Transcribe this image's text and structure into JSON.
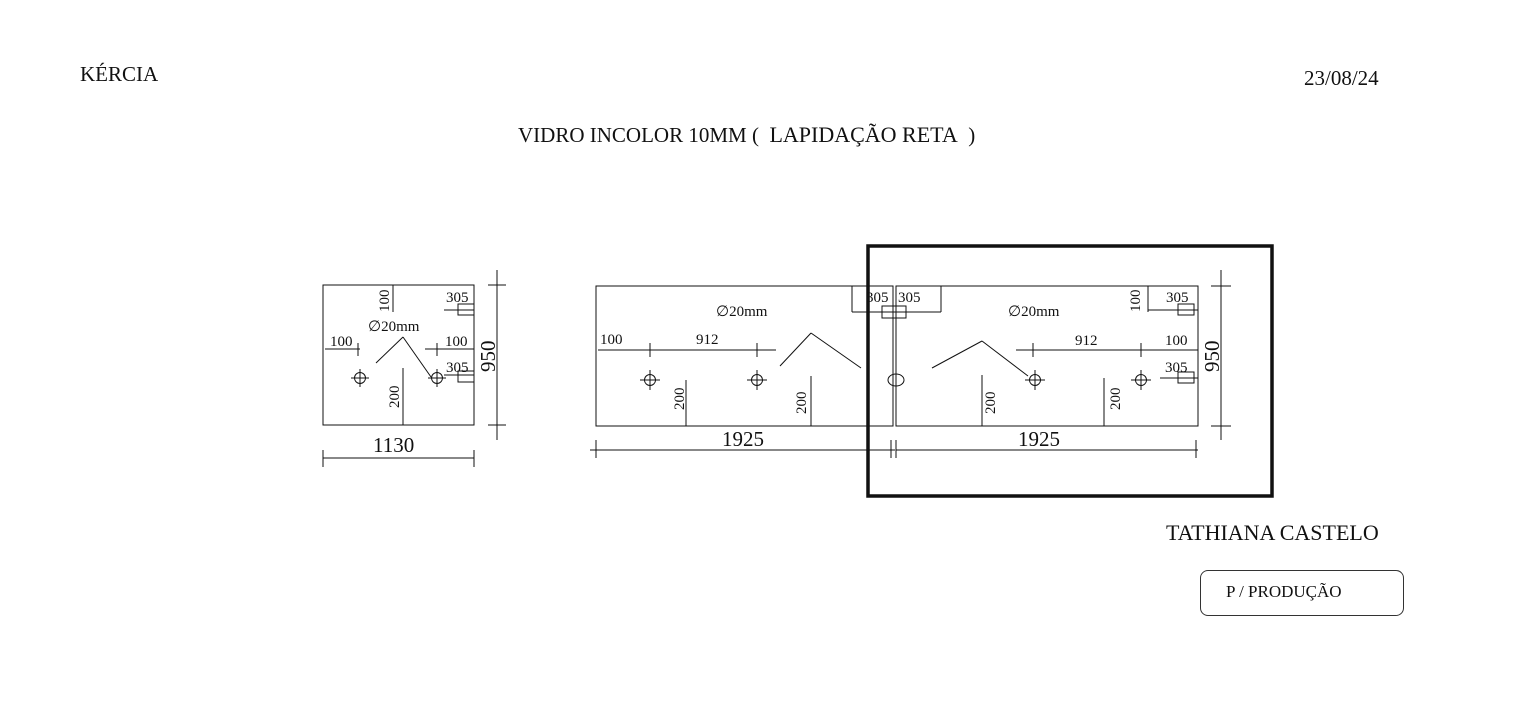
{
  "header": {
    "client": "KÉRCIA",
    "date": "23/08/24",
    "material": "VIDRO INCOLOR 10MM",
    "finish": "LAPIDAÇÃO RETA"
  },
  "footer": {
    "signature": "TATHIANA CASTELO",
    "stamp": "P / PRODUÇÃO"
  },
  "panels": [
    {
      "width": "1130",
      "height": "950",
      "hole_diameter": "∅20mm",
      "labels": {
        "top": "100",
        "corner_top": "305",
        "left": "100",
        "right": "100",
        "corner_right": "305",
        "bottom": "200"
      }
    },
    {
      "width": "1925",
      "hole_diameter": "∅20mm",
      "labels": {
        "left": "100",
        "span": "912",
        "corner_top": "305",
        "bottom_a": "200",
        "bottom_b": "200"
      }
    },
    {
      "width": "1925",
      "height": "950",
      "hole_diameter": "∅20mm",
      "labels": {
        "corner_top_left": "305",
        "top": "100",
        "corner_top": "305",
        "span": "912",
        "right": "100",
        "corner_right": "305",
        "bottom_a": "200",
        "bottom_b": "200"
      }
    }
  ]
}
